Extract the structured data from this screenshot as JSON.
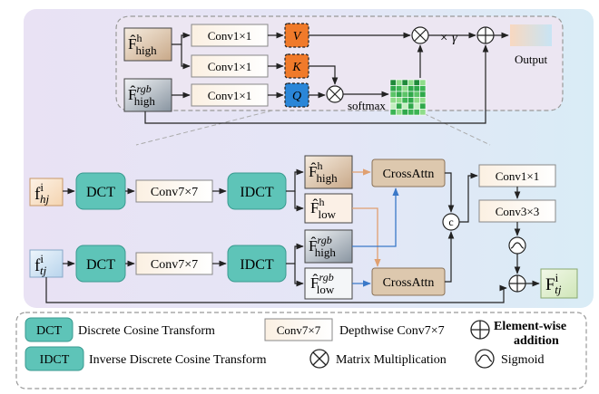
{
  "colors": {
    "dct_fill": "#5ec4b8",
    "arrow": "#222222",
    "arrow_orange": "#e0a070",
    "arrow_blue": "#3a78c8",
    "v_box": "#f07a2a",
    "k_box": "#f07a2a",
    "q_box": "#2a86d8",
    "heatmap_green": "#2fa84a",
    "crossattn_fill": "#ddc8ae"
  },
  "attention": {
    "input_high": "F̂",
    "input_high_sup": "h",
    "input_high_sub": "high",
    "input_rgb": "F̂",
    "input_rgb_sup": "rgb",
    "input_rgb_sub": "high",
    "conv_v": "Conv1×1",
    "conv_k": "Conv1×1",
    "conv_q": "Conv1×1",
    "v": "V",
    "k": "K",
    "q": "Q",
    "softmax": "softmax",
    "gamma": "× γ",
    "output": "Output"
  },
  "pipeline": {
    "f_hj": "f",
    "f_hj_sup": "i",
    "f_hj_sub": "hj",
    "f_tj": "f",
    "f_tj_sup": "i",
    "f_tj_sub": "tj",
    "dct_top": "DCT",
    "dct_bottom": "DCT",
    "conv7_top": "Conv7×7",
    "conv7_bottom": "Conv7×7",
    "idct_top": "IDCT",
    "idct_bottom": "IDCT",
    "f_high_h": "F̂",
    "f_high_h_sup": "h",
    "f_high_h_sub": "high",
    "f_low_h": "F̂",
    "f_low_h_sup": "h",
    "f_low_h_sub": "low",
    "f_high_rgb": "F̂",
    "f_high_rgb_sup": "rgb",
    "f_high_rgb_sub": "high",
    "f_low_rgb": "F̂",
    "f_low_rgb_sup": "rgb",
    "f_low_rgb_sub": "low",
    "crossattn_top": "CrossAttn",
    "crossattn_bottom": "CrossAttn",
    "concat": "c",
    "conv1": "Conv1×1",
    "conv3": "Conv3×3",
    "f_out": "F",
    "f_out_sup": "i",
    "f_out_sub": "tj"
  },
  "legend": {
    "dct": "DCT",
    "dct_desc": "Discrete Cosine Transform",
    "conv7": "Conv7×7",
    "conv7_desc": "Depthwise Conv7×7",
    "add_desc_1": "Element-wise",
    "add_desc_2": "addition",
    "idct": "IDCT",
    "idct_desc": "Inverse Discrete Cosine Transform",
    "matmul_desc": "Matrix Multiplication",
    "sigmoid_desc": "Sigmoid"
  }
}
